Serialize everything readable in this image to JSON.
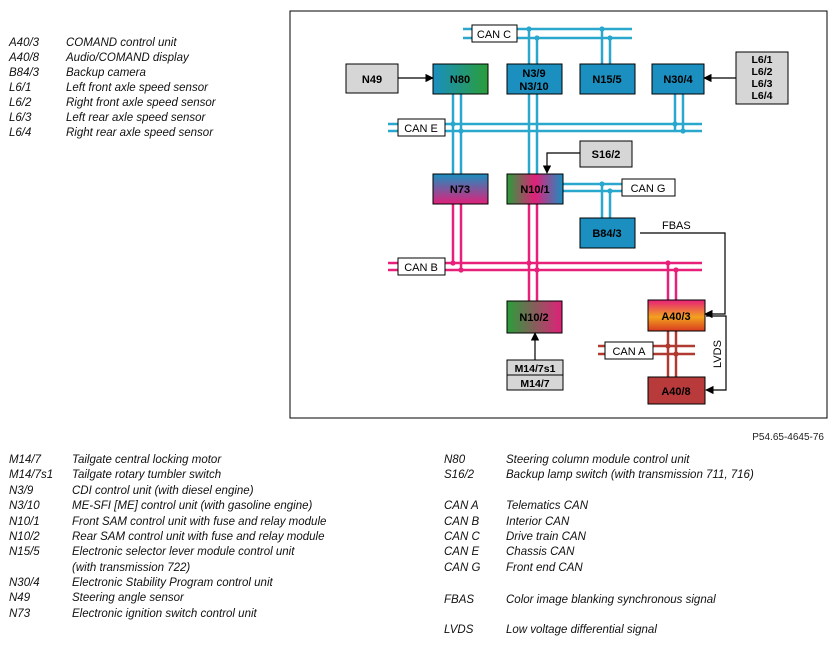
{
  "legend_top": [
    {
      "code": "A40/3",
      "desc": "COMAND control unit"
    },
    {
      "code": "A40/8",
      "desc": "Audio/COMAND display"
    },
    {
      "code": "B84/3",
      "desc": "Backup camera"
    },
    {
      "code": "L6/1",
      "desc": "Left front axle speed sensor"
    },
    {
      "code": "L6/2",
      "desc": "Right front axle speed sensor"
    },
    {
      "code": "L6/3",
      "desc": "Left rear axle speed sensor"
    },
    {
      "code": "L6/4",
      "desc": "Right rear axle speed sensor"
    }
  ],
  "legend_left": [
    {
      "code": "M14/7",
      "desc": "Tailgate central locking motor"
    },
    {
      "code": "M14/7s1",
      "desc": "Tailgate rotary tumbler switch"
    },
    {
      "code": "N3/9",
      "desc": "CDI control unit (with diesel engine)"
    },
    {
      "code": "N3/10",
      "desc": "ME-SFI [ME] control unit (with gasoline engine)"
    },
    {
      "code": "N10/1",
      "desc": "Front SAM control unit with fuse and relay module"
    },
    {
      "code": "N10/2",
      "desc": "Rear SAM control unit with fuse and relay module"
    },
    {
      "code": "N15/5",
      "desc": "Electronic selector lever module control unit"
    },
    {
      "code": "",
      "desc": "(with transmission 722)"
    },
    {
      "code": "N30/4",
      "desc": "Electronic Stability Program control unit"
    },
    {
      "code": "N49",
      "desc": "Steering angle sensor"
    },
    {
      "code": "N73",
      "desc": "Electronic ignition switch control unit"
    }
  ],
  "legend_right": [
    {
      "code": "N80",
      "desc": "Steering column module control unit"
    },
    {
      "code": "S16/2",
      "desc": "Backup lamp switch (with transmission 711, 716)"
    },
    {
      "code": "CAN A",
      "desc": "Telematics CAN"
    },
    {
      "code": "CAN B",
      "desc": "Interior CAN"
    },
    {
      "code": "CAN C",
      "desc": "Drive train CAN"
    },
    {
      "code": "CAN E",
      "desc": "Chassis CAN"
    },
    {
      "code": "CAN G",
      "desc": "Front end CAN"
    },
    {
      "code": "FBAS",
      "desc": "Color image blanking synchronous signal"
    },
    {
      "code": "LVDS",
      "desc": "Low voltage differential signal"
    }
  ],
  "diagram": {
    "figure_ref": "P54.65-4645-76",
    "buses": {
      "can_a": "CAN A",
      "can_b": "CAN B",
      "can_c": "CAN C",
      "can_e": "CAN E",
      "can_g": "CAN G"
    },
    "signals": {
      "fbas": "FBAS",
      "lvds": "LVDS"
    },
    "modules": {
      "n49": "N49",
      "n80": "N80",
      "n3": [
        "N3/9",
        "N3/10"
      ],
      "n15_5": "N15/5",
      "n30_4": "N30/4",
      "l6": [
        "L6/1",
        "L6/2",
        "L6/3",
        "L6/4"
      ],
      "s16_2": "S16/2",
      "n73": "N73",
      "n10_1": "N10/1",
      "b84_3": "B84/3",
      "n10_2": "N10/2",
      "m14": [
        "M14/7s1",
        "M14/7"
      ],
      "a40_3": "A40/3",
      "a40_8": "A40/8"
    },
    "colors": {
      "can_cyan": "#2aa7cc",
      "can_pink": "#e8207a",
      "can_red": "#b03a30",
      "module_blue": "#1a8fc0",
      "module_gray": "#d6d6d6"
    }
  }
}
